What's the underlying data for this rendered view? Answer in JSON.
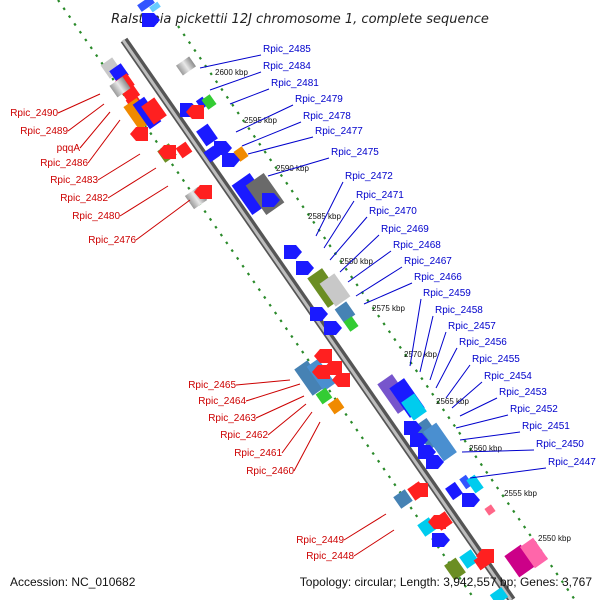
{
  "title": "Ralstonia pickettii 12J chromosome 1, complete sequence",
  "footer": {
    "accession": "Accession: NC_010682",
    "summary": "Topology: circular; Length: 3,942,557 bp; Genes: 3,767"
  },
  "colors": {
    "forward_label": "#0000cc",
    "reverse_label": "#cc0000",
    "backbone": "#808080",
    "dotted_track": "#2a8a2a"
  },
  "kbp_ticks": [
    "2600 kbp",
    "2595 kbp",
    "2590 kbp",
    "2585 kbp",
    "2580 kbp",
    "2575 kbp",
    "2570 kbp",
    "2565 kbp",
    "2560 kbp",
    "2555 kbp",
    "2550 kbp"
  ],
  "forward_labels": [
    "Rpic_2485",
    "Rpic_2484",
    "Rpic_2481",
    "Rpic_2479",
    "Rpic_2478",
    "Rpic_2477",
    "Rpic_2475",
    "Rpic_2472",
    "Rpic_2471",
    "Rpic_2470",
    "Rpic_2469",
    "Rpic_2468",
    "Rpic_2467",
    "Rpic_2466",
    "Rpic_2459",
    "Rpic_2458",
    "Rpic_2457",
    "Rpic_2456",
    "Rpic_2455",
    "Rpic_2454",
    "Rpic_2453",
    "Rpic_2452",
    "Rpic_2451",
    "Rpic_2450",
    "Rpic_2447"
  ],
  "reverse_labels_top": [
    "Rpic_2490",
    "Rpic_2489",
    "pqqA",
    "Rpic_2486",
    "Rpic_2483",
    "Rpic_2482",
    "Rpic_2480",
    "Rpic_2476"
  ],
  "reverse_labels_mid": [
    "Rpic_2465",
    "Rpic_2464",
    "Rpic_2463",
    "Rpic_2462",
    "Rpic_2461",
    "Rpic_2460"
  ],
  "reverse_labels_bottom": [
    "Rpic_2449",
    "Rpic_2448"
  ]
}
